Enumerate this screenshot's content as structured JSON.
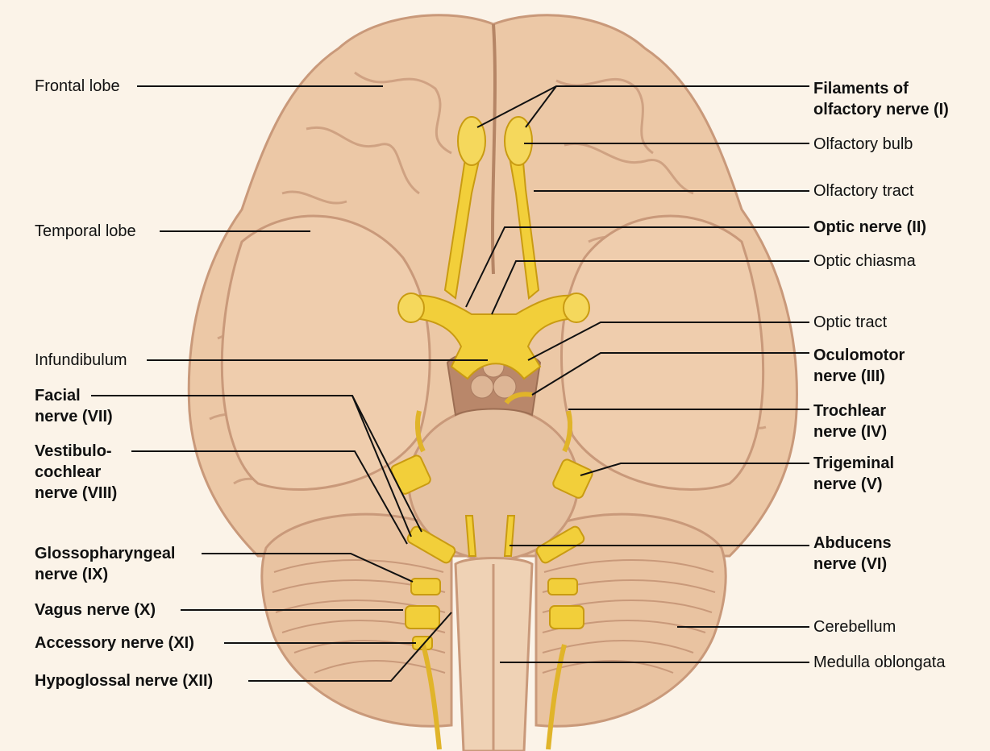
{
  "colors": {
    "background": "#fbf3e8",
    "brain": "#ecc8a6",
    "brain_shadow": "#c9997a",
    "brainstem": "#e5c0a0",
    "nerve": "#f2cf3a",
    "nerve_dark": "#c99b12",
    "leader_line": "#111111"
  },
  "labels": {
    "left": {
      "frontal_lobe": [
        "Frontal lobe"
      ],
      "temporal_lobe": [
        "Temporal lobe"
      ],
      "infundibulum": [
        "Infundibulum"
      ],
      "facial": [
        "Facial",
        "nerve (VII)"
      ],
      "vestibulocochlear": [
        "Vestibulo-",
        "cochlear",
        "nerve (VIII)"
      ],
      "glossopharyngeal": [
        "Glossopharyngeal",
        "nerve (IX)"
      ],
      "vagus": [
        "Vagus nerve (X)"
      ],
      "accessory": [
        "Accessory nerve (XI)"
      ],
      "hypoglossal": [
        "Hypoglossal nerve (XII)"
      ]
    },
    "right": {
      "olfactory_filaments": [
        "Filaments of",
        "olfactory nerve (I)"
      ],
      "olfactory_bulb": [
        "Olfactory bulb"
      ],
      "olfactory_tract": [
        "Olfactory tract"
      ],
      "optic_nerve": [
        "Optic nerve (II)"
      ],
      "optic_chiasma": [
        "Optic chiasma"
      ],
      "optic_tract": [
        "Optic tract"
      ],
      "oculomotor": [
        "Oculomotor",
        "nerve (III)"
      ],
      "trochlear": [
        "Trochlear",
        "nerve (IV)"
      ],
      "trigeminal": [
        "Trigeminal",
        "nerve (V)"
      ],
      "abducens": [
        "Abducens",
        "nerve (VI)"
      ],
      "cerebellum": [
        "Cerebellum"
      ],
      "medulla": [
        "Medulla oblongata"
      ]
    }
  }
}
